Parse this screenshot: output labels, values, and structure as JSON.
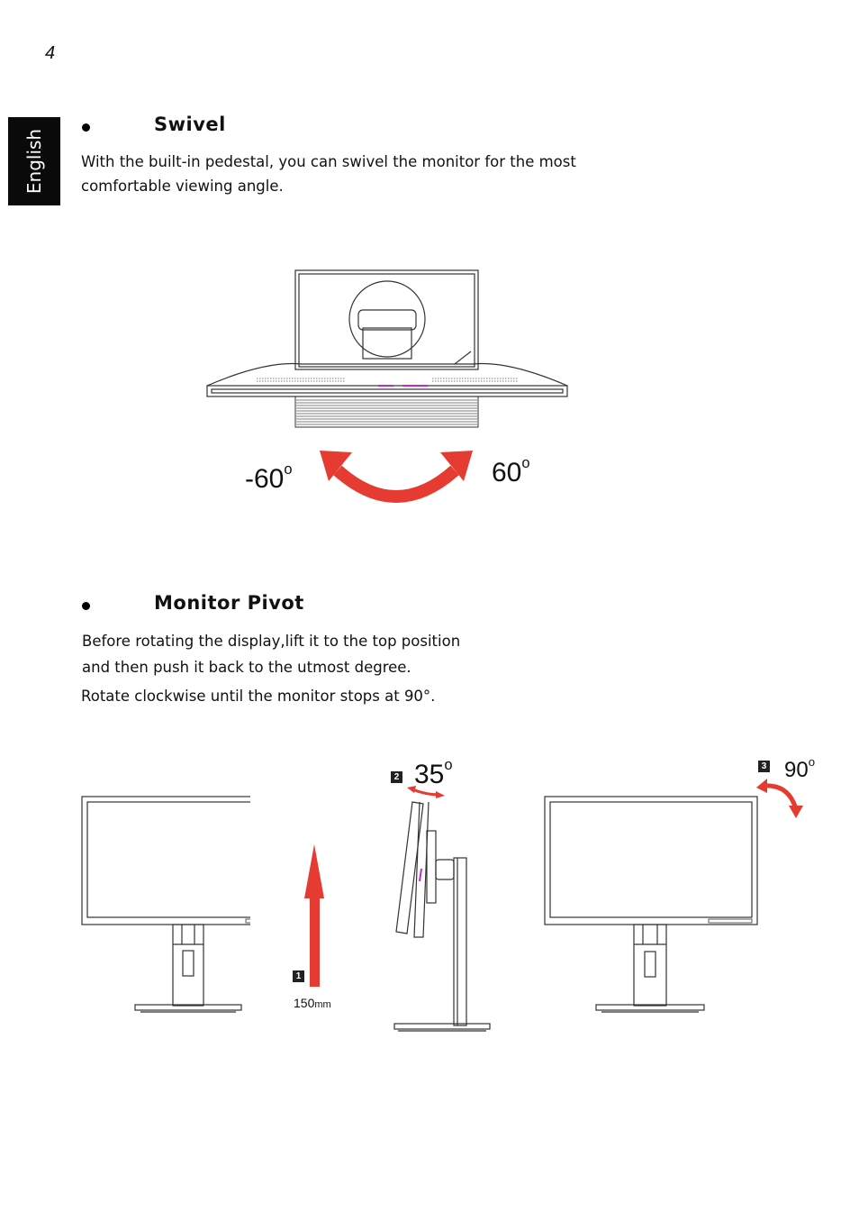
{
  "page": {
    "number": "4",
    "language_tab": "English"
  },
  "swivel": {
    "heading": "Swivel",
    "body_line1": "With the built-in pedestal, you can swivel the monitor for the most",
    "body_line2": "comfortable viewing angle.",
    "left_angle": "-60",
    "right_angle": "60",
    "degree_mark": "o"
  },
  "pivot": {
    "heading": "Monitor  Pivot",
    "line1": "Before rotating the display,lift it to the top position",
    "line2": "and then push it back to the utmost degree.",
    "line3": "Rotate clockwise until the monitor stops at 90°.",
    "step1_number": "1",
    "step1_value": "150",
    "step1_unit": "mm",
    "step2_number": "2",
    "step2_angle": "35",
    "step3_number": "3",
    "step3_angle": "90",
    "degree_mark": "o"
  },
  "colors": {
    "arrow": "#e53b30",
    "tab": "#0a0a0a",
    "accent_magenta": "#c026d3"
  }
}
